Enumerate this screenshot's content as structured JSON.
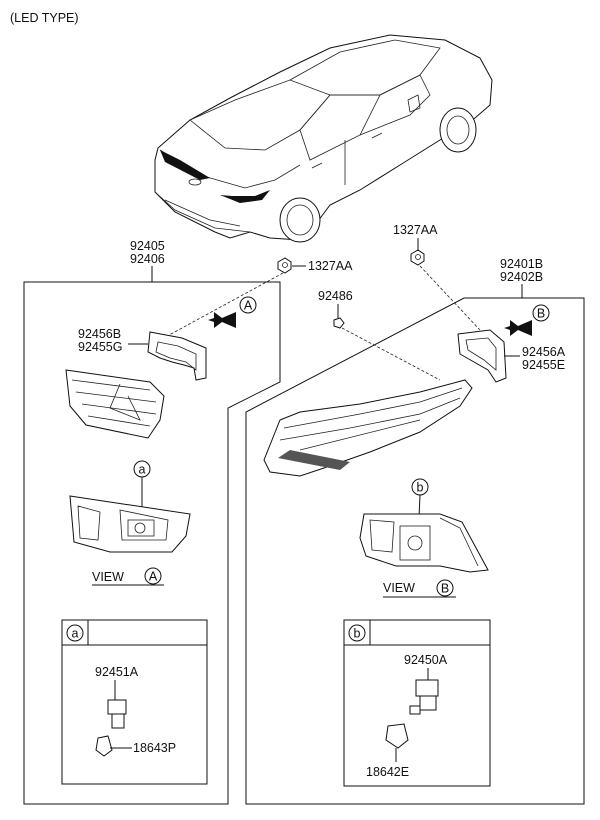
{
  "header": {
    "type_label": "(LED TYPE)"
  },
  "left_assembly": {
    "part_numbers": [
      "92405",
      "92406"
    ],
    "gasket_parts": [
      "92456B",
      "92455G"
    ],
    "view_label": "VIEW",
    "view_marker": "A",
    "arrow_marker": "A",
    "detail_marker": "a",
    "detail_box": {
      "marker": "a",
      "socket_part": "92451A",
      "bulb_part": "18643P"
    }
  },
  "right_assembly": {
    "part_numbers": [
      "92401B",
      "92402B"
    ],
    "gasket_parts": [
      "92456A",
      "92455E"
    ],
    "view_label": "VIEW",
    "view_marker": "B",
    "arrow_marker": "B",
    "detail_marker": "b",
    "detail_box": {
      "marker": "b",
      "socket_part": "92450A",
      "bulb_part": "18642E"
    }
  },
  "fasteners": {
    "left_nut": "1327AA",
    "right_nut": "1327AA",
    "screw": "92486"
  }
}
